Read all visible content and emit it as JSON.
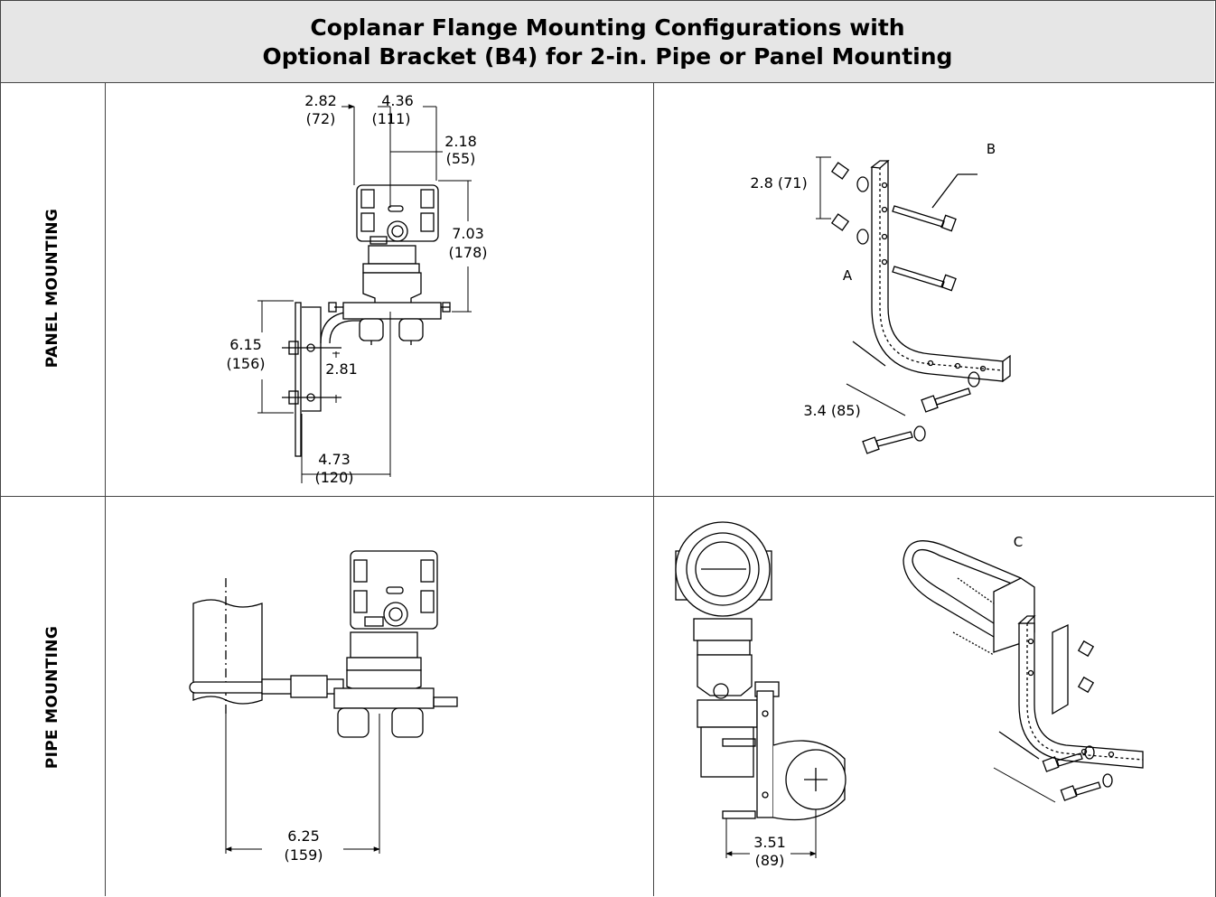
{
  "header": {
    "line1": "Coplanar Flange Mounting Configurations with",
    "line2": "Optional Bracket (B4) for 2-in. Pipe or Panel Mounting"
  },
  "rows": {
    "panel": "PANEL MOUNTING",
    "pipe": "PIPE MOUNTING"
  },
  "panel_front": {
    "d1_in": "2.82",
    "d1_mm": "(72)",
    "d2_in": "4.36",
    "d2_mm": "(111)",
    "d3_in": "2.18",
    "d3_mm": "(55)",
    "d4_in": "7.03",
    "d4_mm": "(178)",
    "d5_in": "6.15",
    "d5_mm": "(156)",
    "d6_in": "2.81",
    "d7_in": "4.73",
    "d7_mm": "(120)"
  },
  "panel_bracket": {
    "d1": "2.8 (71)",
    "d2": "3.4 (85)",
    "callout_a": "A",
    "callout_b": "B"
  },
  "pipe_front": {
    "d1_in": "6.25",
    "d1_mm": "(159)"
  },
  "pipe_side": {
    "d1_in": "3.51",
    "d1_mm": "(89)",
    "callout_c": "C"
  },
  "colors": {
    "header_bg": "#e6e6e6",
    "line": "#444444"
  }
}
